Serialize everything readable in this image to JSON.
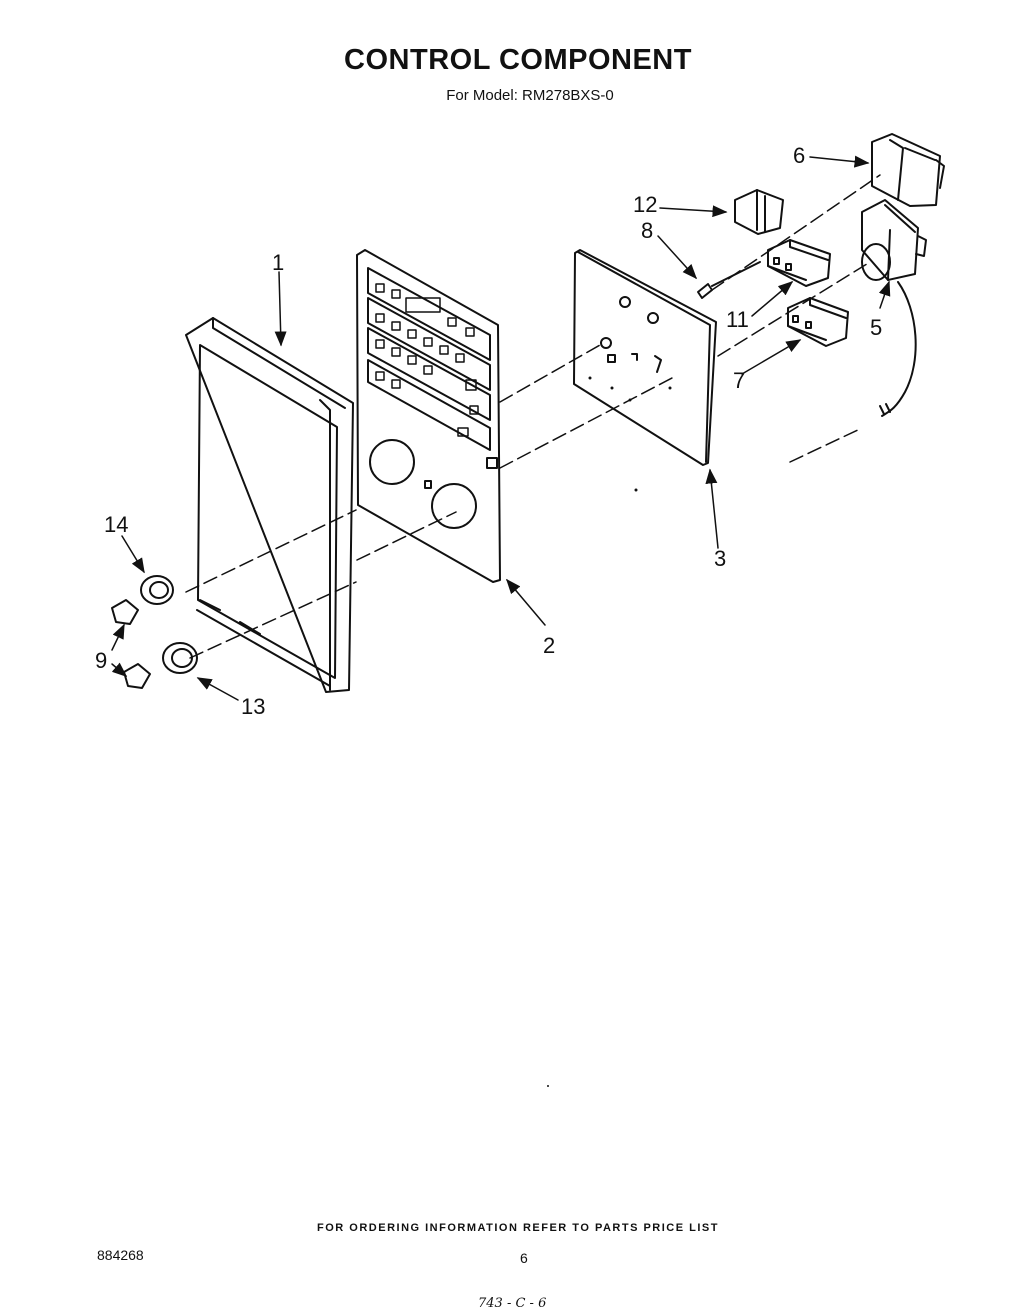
{
  "header": {
    "title": "CONTROL COMPONENT",
    "subtitle": "For Model: RM278BXS-0"
  },
  "callouts": [
    "1",
    "2",
    "3",
    "5",
    "6",
    "7",
    "8",
    "9",
    "11",
    "12",
    "13",
    "14"
  ],
  "footer": {
    "ordering_note": "FOR ORDERING INFORMATION REFER TO PARTS PRICE LIST",
    "document_number": "884268",
    "page_number": "6",
    "handwritten_code": "743 - C - 6"
  }
}
